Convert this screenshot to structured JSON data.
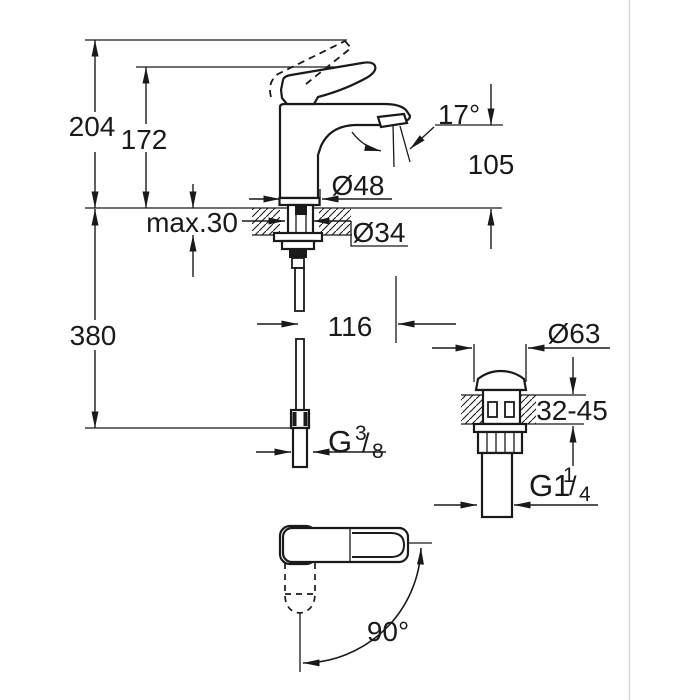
{
  "drawing": {
    "front_view": {
      "total_height": "204",
      "height_to_outlet_top": "172",
      "max_deck_thickness": "max.30",
      "base_diameter": "Ø48",
      "shank_diameter": "Ø34",
      "spray_angle": "17°",
      "outlet_height": "105",
      "hose_length_below_deck": "380",
      "spout_reach": "116",
      "hose_thread": {
        "g": "G",
        "numerator": "3",
        "slash": "/",
        "denominator": "8"
      }
    },
    "waste_view": {
      "cap_diameter": "Ø63",
      "deck_thickness_range": "32-45",
      "waste_thread": {
        "g": "G1",
        "numerator": "1",
        "slash": "/",
        "denominator": "4"
      }
    },
    "top_view": {
      "handle_swing_angle": "90°"
    }
  },
  "colors": {
    "line": "#1a1a1a",
    "background": "#ffffff",
    "divider": "#d9d9d9"
  }
}
